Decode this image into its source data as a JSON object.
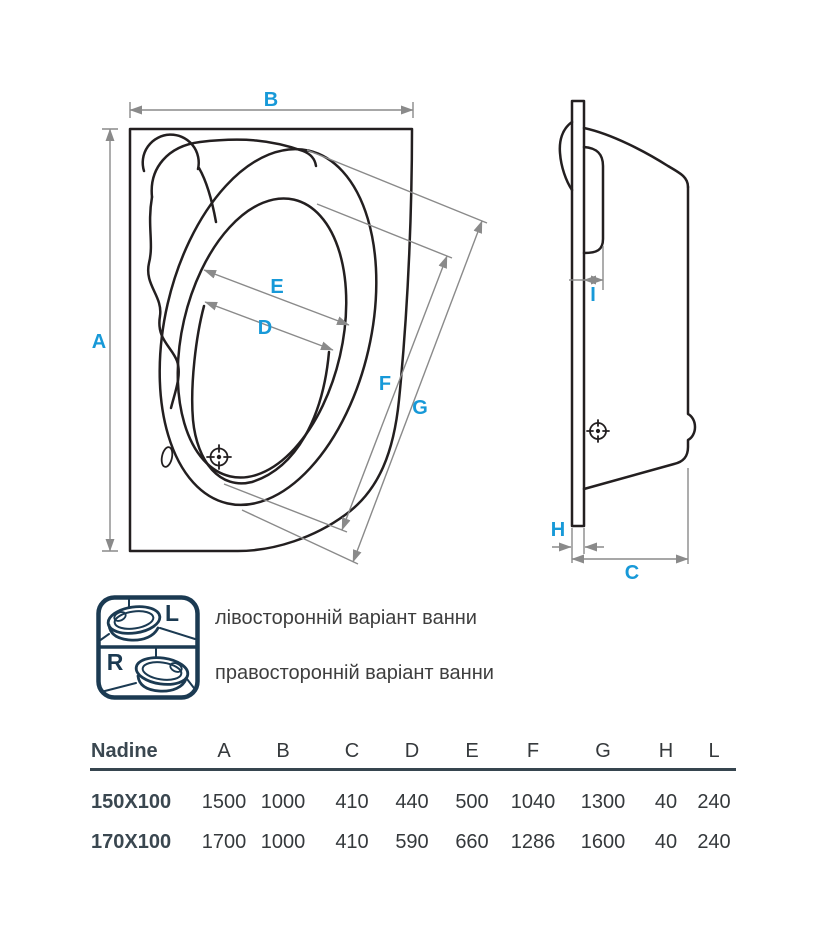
{
  "diagram": {
    "dimension_labels": {
      "A": "A",
      "B": "B",
      "C": "C",
      "D": "D",
      "E": "E",
      "F": "F",
      "G": "G",
      "H": "H",
      "I": "I"
    }
  },
  "variants": {
    "icon_left_letter": "L",
    "icon_right_letter": "R",
    "left_text": "лівосторонній варіант ванни",
    "right_text": "правосторонній варіант ванни"
  },
  "table": {
    "name": "Nadine",
    "columns": [
      "A",
      "B",
      "C",
      "D",
      "E",
      "F",
      "G",
      "H",
      "L"
    ],
    "rows": [
      {
        "label": "150X100",
        "values": [
          "1500",
          "1000",
          "410",
          "440",
          "500",
          "1040",
          "1300",
          "40",
          "240"
        ]
      },
      {
        "label": "170X100",
        "values": [
          "1700",
          "1000",
          "410",
          "590",
          "660",
          "1286",
          "1600",
          "40",
          "240"
        ]
      }
    ]
  },
  "colors": {
    "accent_label": "#1799d8",
    "line_black": "#231f20",
    "dimension_gray": "#8a8a8a",
    "icon_navy": "#1b3a52",
    "table_header": "#3a4750"
  }
}
